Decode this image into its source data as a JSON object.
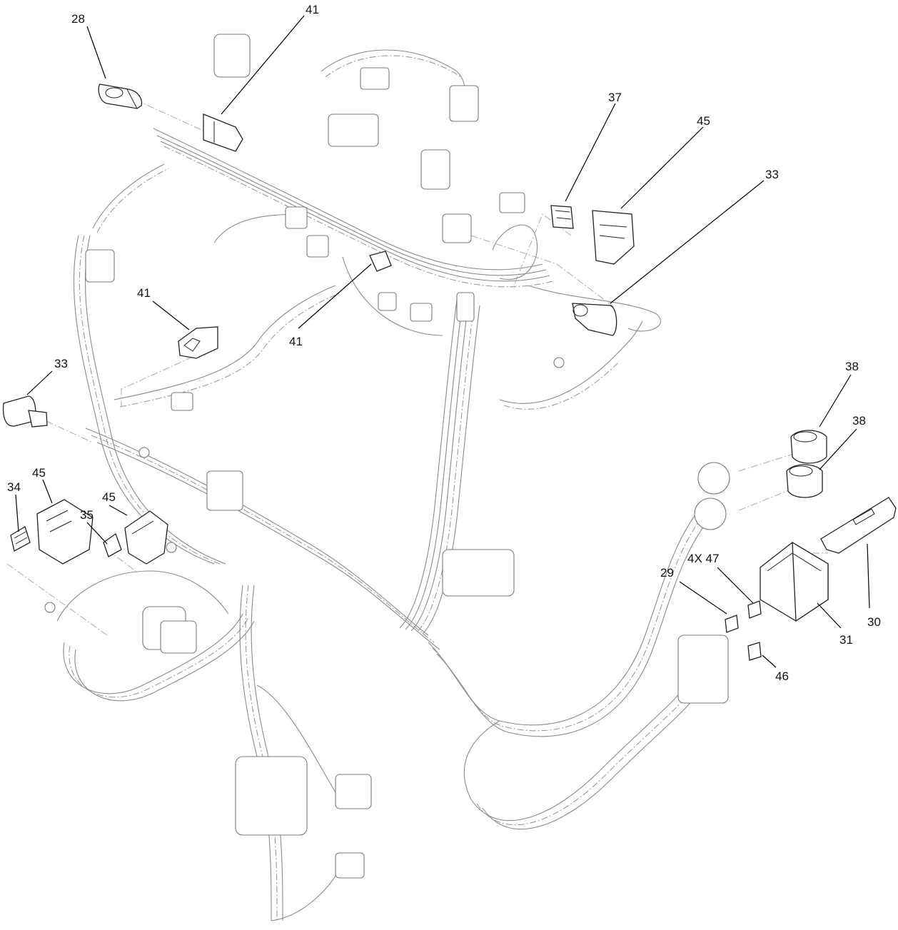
{
  "diagram": {
    "callouts": {
      "c28": "28",
      "c41_top": "41",
      "c37": "37",
      "c45_top": "45",
      "c33_right": "33",
      "c41_left": "41",
      "c41_mid": "41",
      "c33_left": "33",
      "c38_a": "38",
      "c38_b": "38",
      "c34": "34",
      "c45_left": "45",
      "c35": "35",
      "c45_mid": "45",
      "c29": "29",
      "c47": "4X 47",
      "c30": "30",
      "c31": "31",
      "c46": "46"
    },
    "colors": {
      "line": "#222222",
      "harness": "#8a8a8a",
      "background": "#ffffff"
    }
  }
}
